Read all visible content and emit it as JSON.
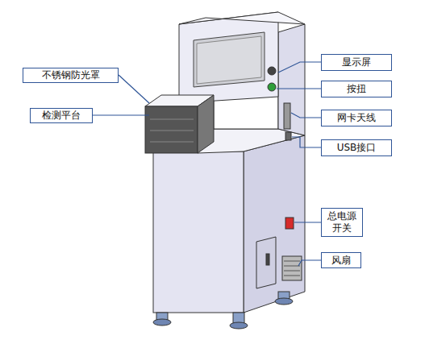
{
  "diagram": {
    "nodes": [
      {
        "text": [
          "显示屏"
        ]
      },
      {
        "text": [
          "不锈钢防光罩"
        ]
      },
      {
        "text": [
          "按扭"
        ]
      },
      {
        "text": [
          "检测平台"
        ]
      },
      {
        "text": [
          "网卡天线"
        ]
      },
      {
        "text": [
          "USB接口"
        ]
      },
      {
        "text": [
          "总电源 开关"
        ]
      },
      {
        "text": [
          "风扇"
        ]
      }
    ]
  }
}
